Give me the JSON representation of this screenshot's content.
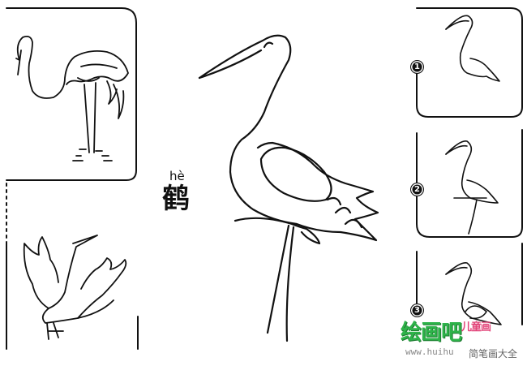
{
  "title": {
    "pinyin": "hè",
    "character": "鹤"
  },
  "steps": [
    {
      "number": "1"
    },
    {
      "number": "2"
    },
    {
      "number": "3"
    }
  ],
  "watermark": {
    "logo": "绘画吧",
    "logo_tail": "儿童画",
    "url": "www.huihu",
    "subtitle": "简笔画大全"
  }
}
